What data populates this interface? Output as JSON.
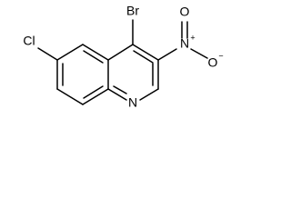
{
  "molecule": {
    "atoms": {
      "bromine": "Br",
      "chlorine": "Cl",
      "nitro_nitrogen": "N",
      "nitro_plus": "+",
      "nitro_oxygen_double": "O",
      "nitro_oxygen_single": "O",
      "nitro_minus": "−",
      "ring_nitrogen": "N"
    }
  }
}
